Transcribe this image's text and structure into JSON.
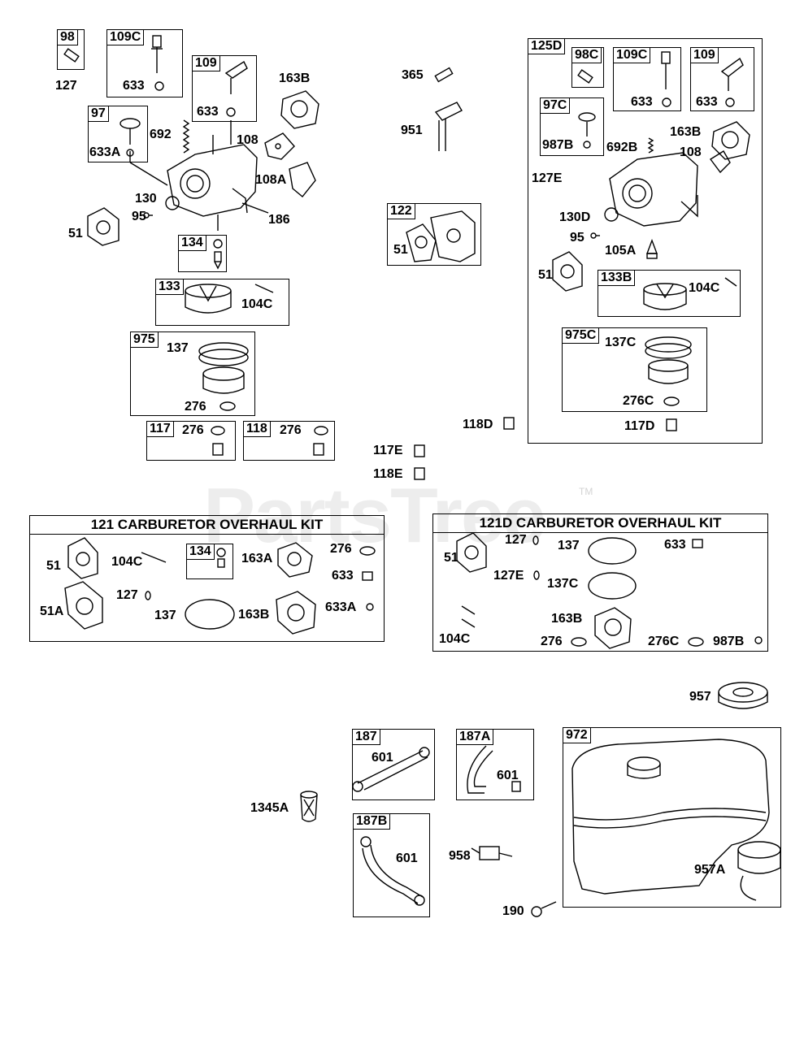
{
  "watermark": {
    "text": "PartsTree",
    "tm": "TM"
  },
  "kits": {
    "kit121_title": "121 CARBURETOR OVERHAUL KIT",
    "kit121d_title": "121D CARBURETOR OVERHAUL KIT"
  },
  "boxes": {
    "b98": "98",
    "b109c": "109C",
    "b109": "109",
    "b97": "97",
    "b134": "134",
    "b133": "133",
    "b975": "975",
    "b117": "117",
    "b118": "118",
    "b122": "122",
    "b125d": "125D",
    "b98c": "98C",
    "b109c2": "109C",
    "b109_2": "109",
    "b97c": "97C",
    "b133b": "133B",
    "b975c": "975C",
    "b134k": "134",
    "b187": "187",
    "b187a": "187A",
    "b187b": "187B",
    "b972": "972"
  },
  "labels": {
    "l127a": "127",
    "l633a": "633",
    "l633b": "633",
    "l163b": "163B",
    "l633a_1": "633A",
    "l692": "692",
    "l108": "108",
    "l108a": "108A",
    "l130": "130",
    "l95": "95",
    "l186": "186",
    "l51": "51",
    "l104c": "104C",
    "l137": "137",
    "l276": "276",
    "l276_117": "276",
    "l276_118": "276",
    "l365": "365",
    "l951": "951",
    "l51_122": "51",
    "l633_r1": "633",
    "l633_r2": "633",
    "l987b": "987B",
    "l692b": "692B",
    "l163b_r": "163B",
    "l108_r": "108",
    "l127e": "127E",
    "l130d": "130D",
    "l95_r": "95",
    "l105a": "105A",
    "l51_r": "51",
    "l104c_r": "104C",
    "l137c": "137C",
    "l276c": "276C",
    "l117d": "117D",
    "l118d": "118D",
    "l117e": "117E",
    "l118e": "118E",
    "k_51": "51",
    "k_104c": "104C",
    "k_163a": "163A",
    "k_276": "276",
    "k_633": "633",
    "k_51a": "51A",
    "k_127": "127",
    "k_137": "137",
    "k_163b": "163B",
    "k_633a": "633A",
    "d_51": "51",
    "d_127": "127",
    "d_137": "137",
    "d_633": "633",
    "d_127e": "127E",
    "d_137c": "137C",
    "d_163b": "163B",
    "d_104c": "104C",
    "d_276": "276",
    "d_276c": "276C",
    "d_987b": "987B",
    "l957": "957",
    "l601_187": "601",
    "l601_187a": "601",
    "l1345a": "1345A",
    "l601_187b": "601",
    "l958": "958",
    "l957a": "957A",
    "l190": "190"
  }
}
